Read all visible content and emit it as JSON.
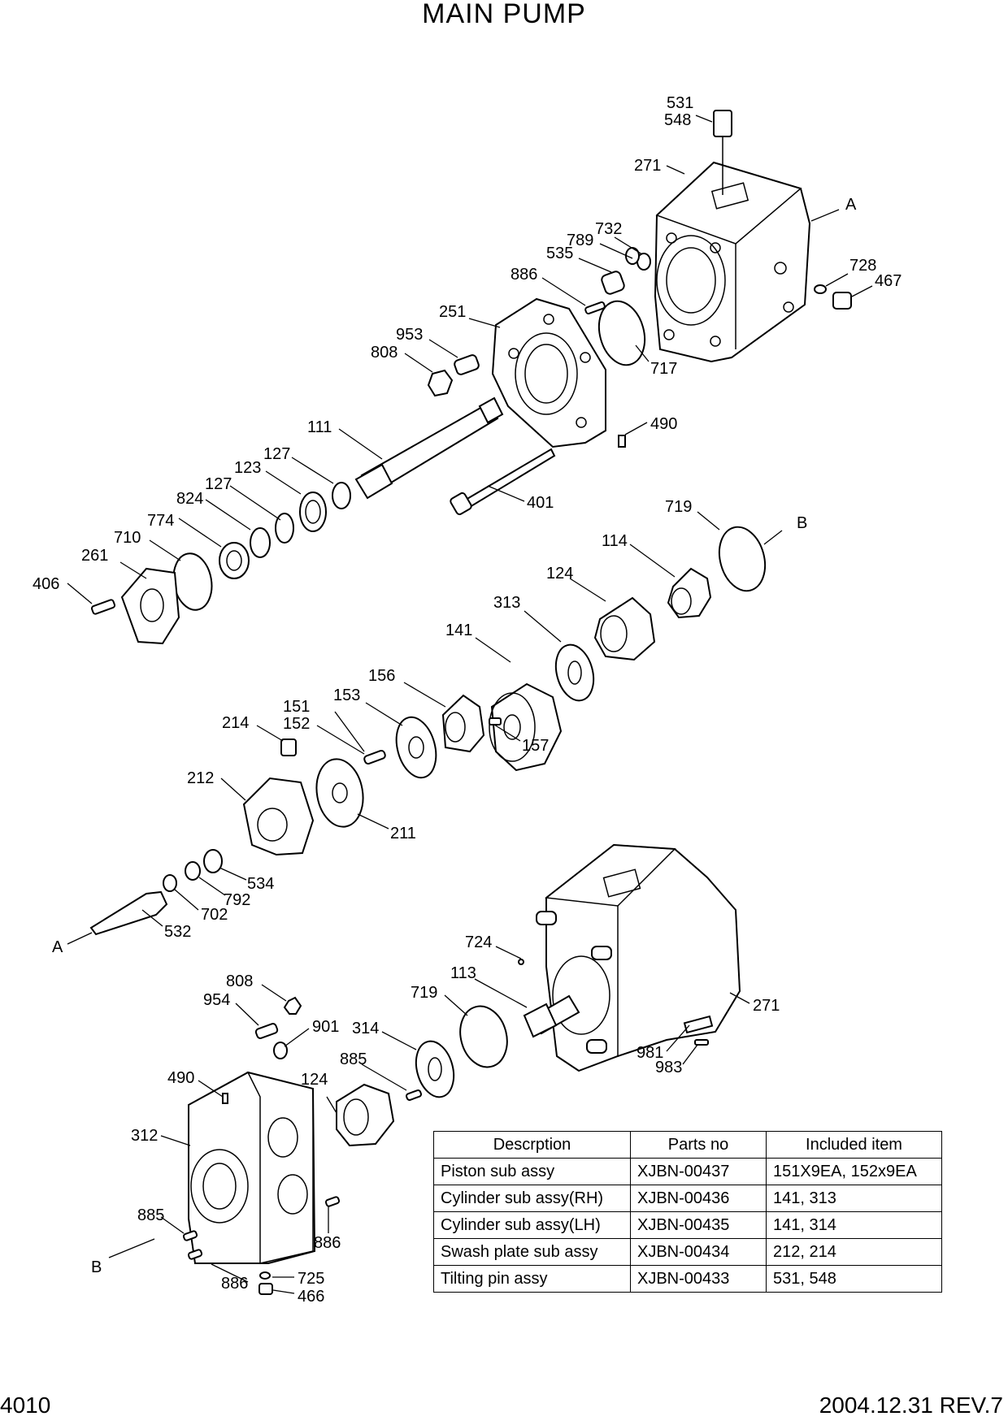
{
  "title": "MAIN PUMP",
  "callouts": [
    "531",
    "548",
    "271",
    "A",
    "732",
    "789",
    "535",
    "728",
    "467",
    "886",
    "251",
    "717",
    "953",
    "808",
    "490",
    "111",
    "127",
    "123",
    "401",
    "719",
    "B",
    "127",
    "824",
    "774",
    "114",
    "710",
    "124",
    "261",
    "406",
    "313",
    "141",
    "156",
    "151",
    "152",
    "153",
    "214",
    "157",
    "212",
    "211",
    "534",
    "792",
    "702",
    "532",
    "A",
    "724",
    "113",
    "719",
    "271",
    "808",
    "954",
    "901",
    "314",
    "885",
    "981",
    "983",
    "490",
    "124",
    "312",
    "885",
    "886",
    "B",
    "886",
    "725",
    "466"
  ],
  "table": {
    "headers": [
      "Descrption",
      "Parts no",
      "Included item"
    ],
    "rows": [
      [
        "Piston sub assy",
        "XJBN-00437",
        "151X9EA, 152x9EA"
      ],
      [
        "Cylinder sub assy(RH)",
        "XJBN-00436",
        "141, 313"
      ],
      [
        "Cylinder sub assy(LH)",
        "XJBN-00435",
        "141, 314"
      ],
      [
        "Swash plate sub assy",
        "XJBN-00434",
        "212, 214"
      ],
      [
        "Tilting pin assy",
        "XJBN-00433",
        "531, 548"
      ]
    ]
  },
  "footer": {
    "page": "4010",
    "date_rev": "2004.12.31  REV.7"
  }
}
